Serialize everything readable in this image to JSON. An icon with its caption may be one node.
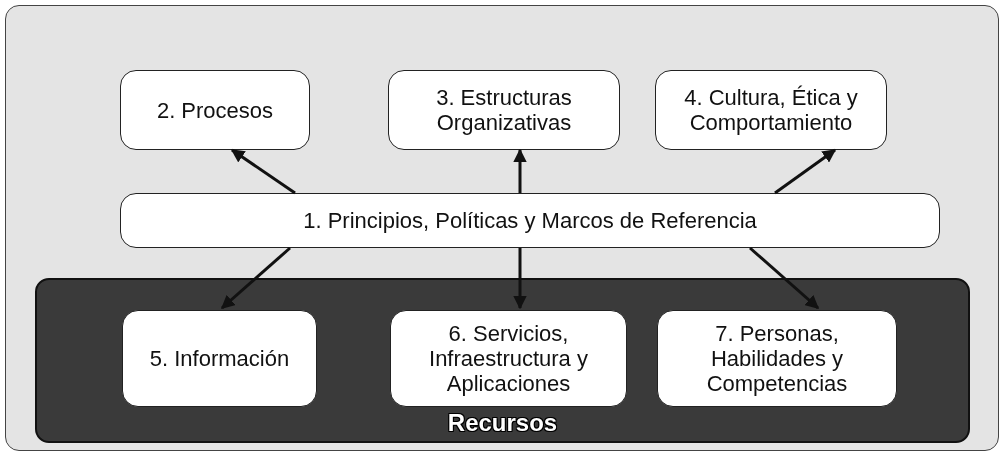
{
  "diagram": {
    "nodes": [
      {
        "text": [
          "2. Procesos"
        ]
      },
      {
        "text": [
          "3. Estructuras Organizativas"
        ]
      },
      {
        "text": [
          "4. Cultura, Ética y Comportamiento"
        ]
      },
      {
        "text": [
          "1. Principios, Políticas y Marcos de Referencia"
        ]
      },
      {
        "text": [
          "Recursos"
        ]
      },
      {
        "text": [
          "5. Información"
        ],
        "in": 4
      },
      {
        "text": [
          "6. Servicios, Infraestructura y Aplicaciones"
        ],
        "in": 4
      },
      {
        "text": [
          "7. Personas, Habilidades y Competencias"
        ],
        "in": 4
      }
    ],
    "edges": [
      {
        "from": 3,
        "to": 0,
        "arrow": "to"
      },
      {
        "from": 3,
        "to": 1,
        "arrow": "to"
      },
      {
        "from": 3,
        "to": 2,
        "arrow": "to"
      },
      {
        "from": 3,
        "to": 5,
        "arrow": "to"
      },
      {
        "from": 3,
        "to": 6,
        "arrow": "to"
      },
      {
        "from": 3,
        "to": 7,
        "arrow": "to"
      }
    ]
  }
}
